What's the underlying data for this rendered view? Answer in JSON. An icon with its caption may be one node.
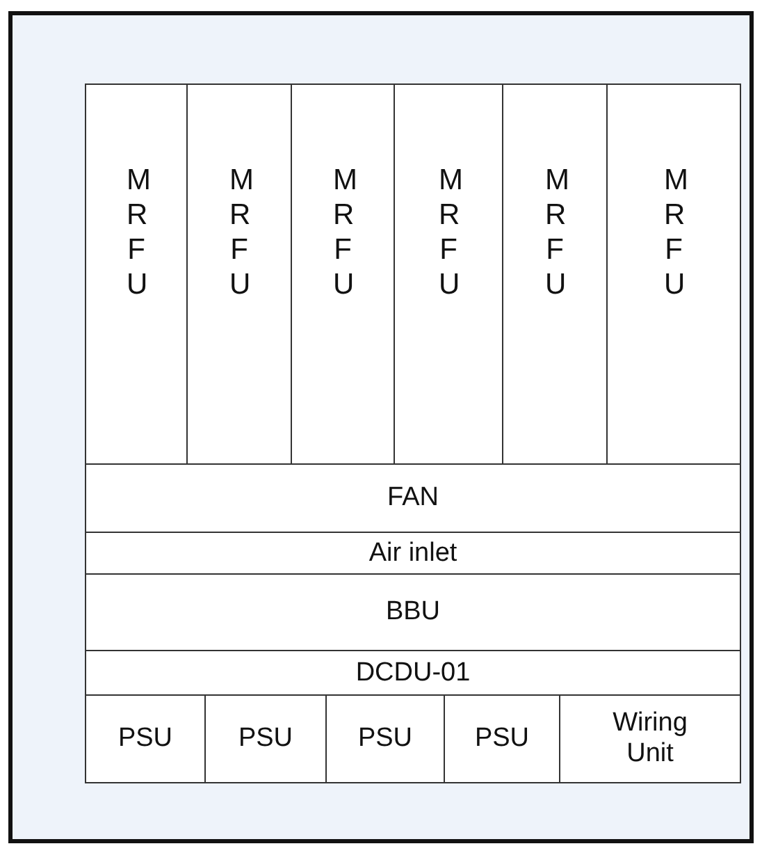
{
  "diagram": {
    "nodes": [
      {
        "text": [],
        "shape": "box"
      },
      {
        "text": [
          "M R F U"
        ],
        "in": 0
      },
      {
        "text": [
          "M R F U"
        ],
        "in": 0
      },
      {
        "text": [
          "M R F U"
        ],
        "in": 0
      },
      {
        "text": [
          "M R F U"
        ],
        "in": 0
      },
      {
        "text": [
          "M R F U"
        ],
        "in": 0
      },
      {
        "text": [
          "M R F U"
        ],
        "in": 0
      },
      {
        "text": [
          "FAN"
        ],
        "in": 0
      },
      {
        "text": [
          "Air inlet"
        ],
        "in": 0
      },
      {
        "text": [
          "BBU"
        ],
        "in": 0
      },
      {
        "text": [
          "DCDU-01"
        ],
        "in": 0
      },
      {
        "text": [
          "PSU"
        ],
        "in": 0
      },
      {
        "text": [
          "PSU"
        ],
        "in": 0
      },
      {
        "text": [
          "PSU"
        ],
        "in": 0
      },
      {
        "text": [
          "PSU"
        ],
        "in": 0
      },
      {
        "text": [
          "Wiring Unit"
        ],
        "in": 0
      }
    ]
  }
}
